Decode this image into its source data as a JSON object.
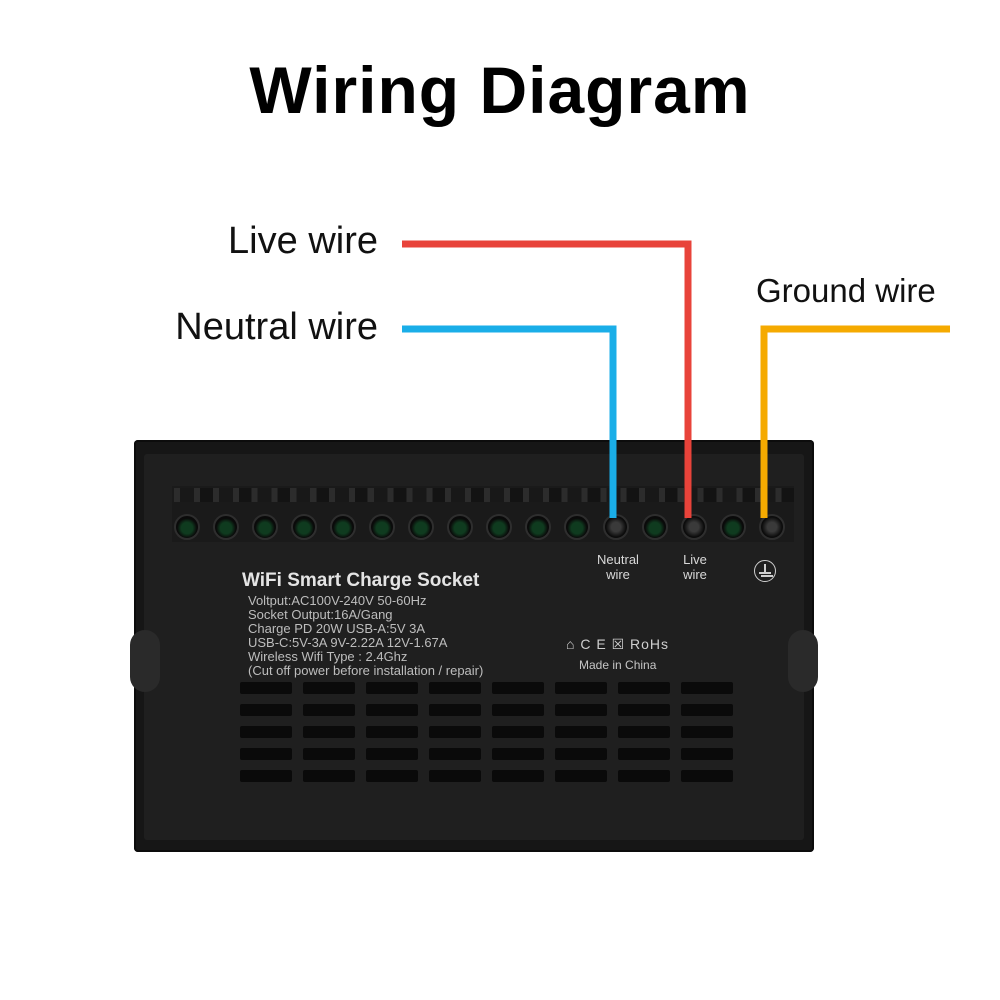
{
  "title": "Wiring Diagram",
  "wires": {
    "live": {
      "label": "Live wire",
      "color": "#e8433a"
    },
    "neutral": {
      "label": "Neutral wire",
      "color": "#1aaee8"
    },
    "ground": {
      "label": "Ground wire",
      "color": "#f5aa00"
    }
  },
  "device": {
    "product_name": "WiFi Smart Charge Socket",
    "specs": [
      "Voltput:AC100V-240V  50-60Hz",
      "Socket Output:16A/Gang",
      "Charge PD 20W   USB-A:5V 3A",
      "USB-C:5V-3A  9V-2.22A  12V-1.67A",
      "Wireless Wifi Type : 2.4Ghz",
      "(Cut off power before installation / repair)"
    ],
    "certifications": "⌂ C E ☒ RoHs",
    "made_in": "Made in China",
    "terminal_labels": {
      "neutral": [
        "Neutral",
        "wire"
      ],
      "live": [
        "Live",
        "wire"
      ],
      "ground_symbol": "earth-ground-icon"
    }
  }
}
